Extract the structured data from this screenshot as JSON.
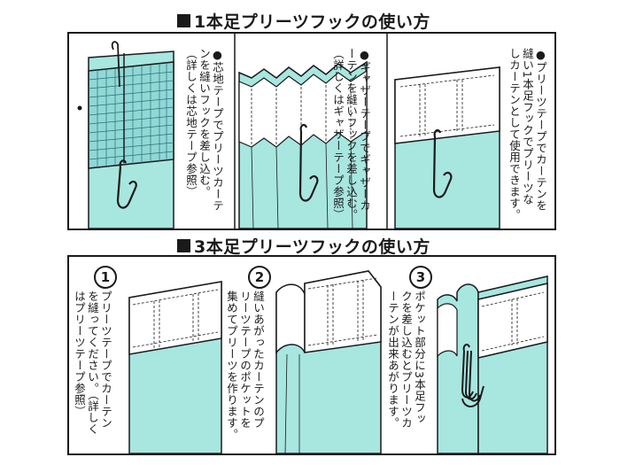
{
  "colors": {
    "curtain": "#a8e6e0",
    "tape": "#ffffff",
    "line": "#1a1a1a"
  },
  "section1": {
    "title": "1本足プリーツフックの使い方",
    "panels": [
      {
        "text": [
          "●芯地テープでプリーツカーテ",
          "ンを縫いフックを差し込む。",
          "（詳しくは芯地テープ参照）"
        ]
      },
      {
        "text": [
          "●ギャザーテープでギャザーカ",
          "ーテンを縫いフックを差し込む。",
          "（詳しくはギャザーテープ参照）"
        ]
      },
      {
        "text": [
          "●プリーツテープでカーテンを",
          "縫い1本足フックでプリーツな",
          "しカーテンとして使用できます。"
        ]
      }
    ]
  },
  "section2": {
    "title": "3本足プリーツフックの使い方",
    "steps": [
      {
        "number": "1",
        "text": [
          "プリーツテープでカーテン",
          "を縫ってください。（詳しく",
          "はプリーツテープ参照）"
        ]
      },
      {
        "number": "2",
        "text": [
          "縫いあがったカーテンのプ",
          "リーツテープのポケットを",
          "集めてプリーツを作ります。"
        ]
      },
      {
        "number": "3",
        "text": [
          "ポケット部分に3本足フッ",
          "クを差し込むとプリーツカ",
          "ーテンが出来あがります。"
        ]
      }
    ]
  }
}
